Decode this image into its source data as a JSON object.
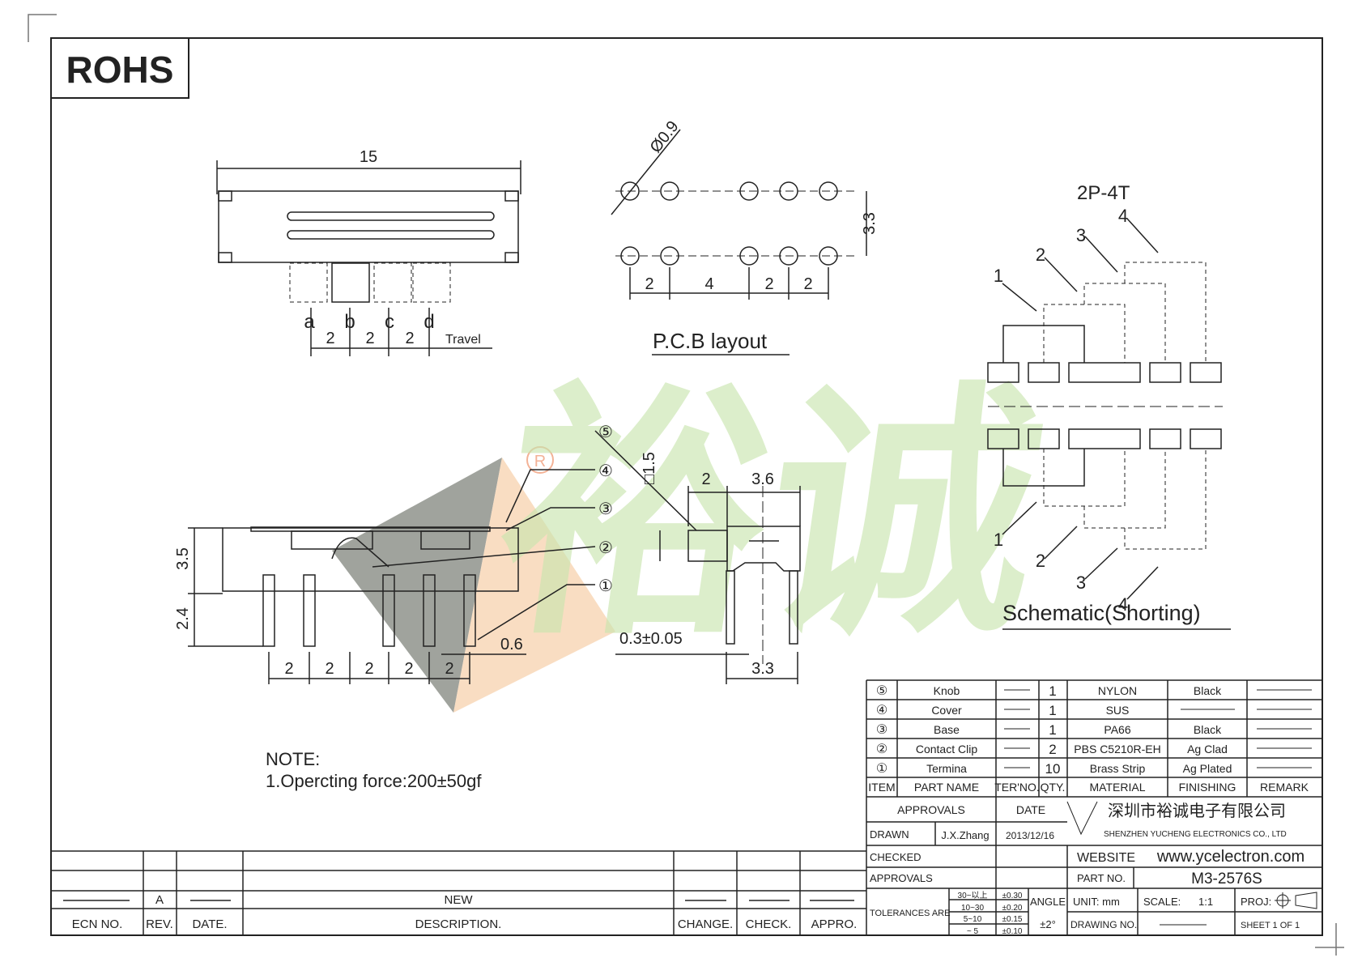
{
  "rohs": "ROHS",
  "dims_top": {
    "width": "15",
    "travel": [
      "2",
      "2",
      "2"
    ],
    "travel_label": "Travel",
    "positions": [
      "a",
      "b",
      "c",
      "d"
    ]
  },
  "pcb": {
    "hole": "Ø0.9",
    "pitch": [
      "2",
      "4",
      "2",
      "2"
    ],
    "height": "3.3",
    "title": "P.C.B  layout"
  },
  "schematic": {
    "title": "Schematic(Shorting)",
    "type": "2P-4T",
    "poles": [
      "1",
      "2",
      "3",
      "4"
    ]
  },
  "side": {
    "h1": "3.5",
    "h2": "2.4",
    "pitch": [
      "2",
      "2",
      "2",
      "2",
      "2"
    ],
    "pin": "0.6",
    "knob": "□1.5",
    "k2": "2",
    "k3": "3.6",
    "thick": "0.3±0.05",
    "depth": "3.3",
    "callouts": [
      "①",
      "②",
      "③",
      "④",
      "⑤"
    ]
  },
  "note": {
    "title": "NOTE:",
    "line1": "1.Opercting  force:200±50gf"
  },
  "revision": {
    "ecn": "",
    "rev": "A",
    "date": "",
    "description": "NEW",
    "headers": [
      "ECN NO.",
      "REV.",
      "DATE.",
      "DESCRIPTION.",
      "CHANGE.",
      "CHECK.",
      "APPRO."
    ]
  },
  "bom": {
    "headers": [
      "ITEM",
      "PART NAME",
      "TER'NO.",
      "QTY.",
      "MATERIAL",
      "FINISHING",
      "REMARK"
    ],
    "rows": [
      {
        "item": "⑤",
        "name": "Knob",
        "qty": "1",
        "material": "NYLON",
        "finish": "Black"
      },
      {
        "item": "④",
        "name": "Cover",
        "qty": "1",
        "material": "SUS",
        "finish": ""
      },
      {
        "item": "③",
        "name": "Base",
        "qty": "1",
        "material": "PA66",
        "finish": "Black"
      },
      {
        "item": "②",
        "name": "Contact Clip",
        "qty": "2",
        "material": "PBS C5210R-EH",
        "finish": "Ag Clad"
      },
      {
        "item": "①",
        "name": "Termina",
        "qty": "10",
        "material": "Brass Strip",
        "finish": "Ag Plated"
      }
    ]
  },
  "title_block": {
    "approvals": "APPROVALS",
    "date": "DATE",
    "company_cn": "深圳市裕诚电子有限公司",
    "company_en": "SHENZHEN YUCHENG ELECTRONICS CO., LTD",
    "drawn": "DRAWN",
    "drawn_by": "J.X.Zhang",
    "drawn_date": "2013/12/16",
    "checked": "CHECKED",
    "approvals2": "APPROVALS",
    "website_label": "WEBSITE",
    "website": "www.ycelectron.com",
    "partno_label": "PART NO.",
    "partno": "M3-2576S",
    "tol_label": "TOLERANCES ARE",
    "tol_ranges": [
      "30~以上",
      "10~30",
      "5~10",
      "~ 5"
    ],
    "tol_values": [
      "±0.30",
      "±0.20",
      "±0.15",
      "±0.10"
    ],
    "angle_label": "ANGLE",
    "angle": "±2°",
    "unit": "UNIT:  mm",
    "scale_label": "SCALE:",
    "scale": "1:1",
    "proj": "PROJ:",
    "drawing_no": "DRAWING NO.",
    "sheet": "SHEET  1  OF  1"
  },
  "watermark": {
    "logo_text": "裕诚",
    "registered": "R"
  },
  "colors": {
    "ink": "#222222",
    "watermark_green": "#bfe0a0",
    "watermark_gray": "#6b6f66",
    "watermark_orange": "#f7c79a"
  }
}
